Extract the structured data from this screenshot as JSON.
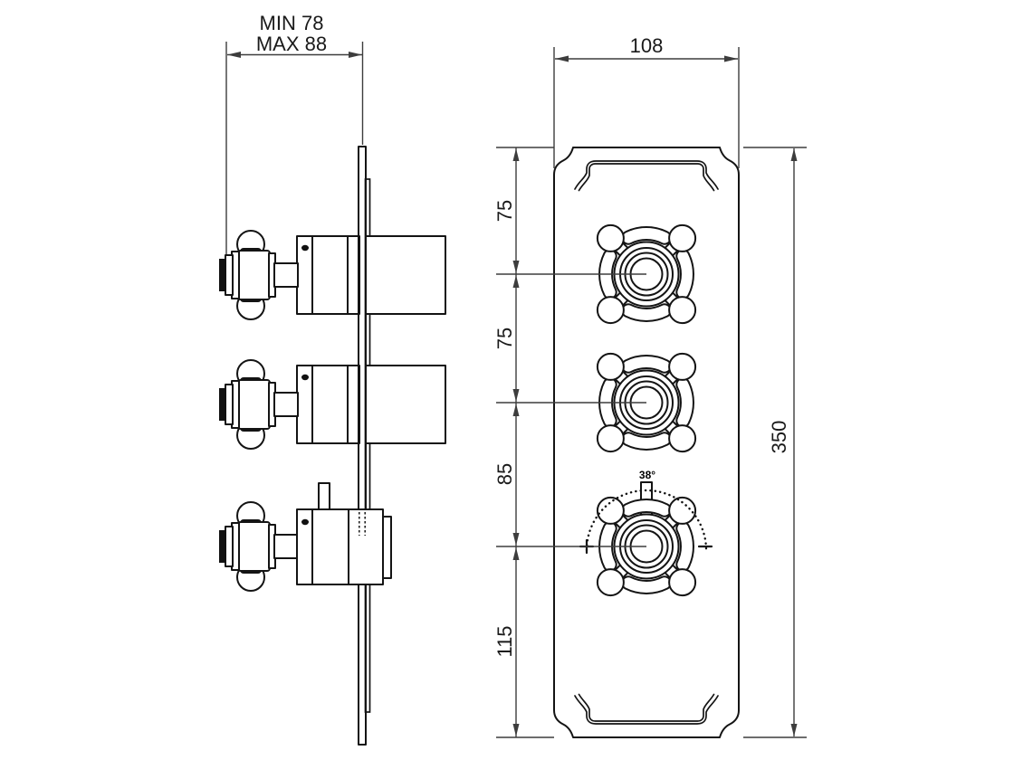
{
  "dimensions": {
    "depth_min": "MIN 78",
    "depth_max": "MAX 88",
    "plate_width": "108",
    "plate_height": "350",
    "vertical_spacings": [
      "75",
      "75",
      "85",
      "115"
    ],
    "temperature_marking": "38°",
    "rotation_marks": {
      "left": "+",
      "right": "−"
    }
  },
  "colors": {
    "background": "#ffffff",
    "part_outline": "#141414",
    "dimension_line": "#3d3d3d",
    "text": "#1a1a1a"
  }
}
